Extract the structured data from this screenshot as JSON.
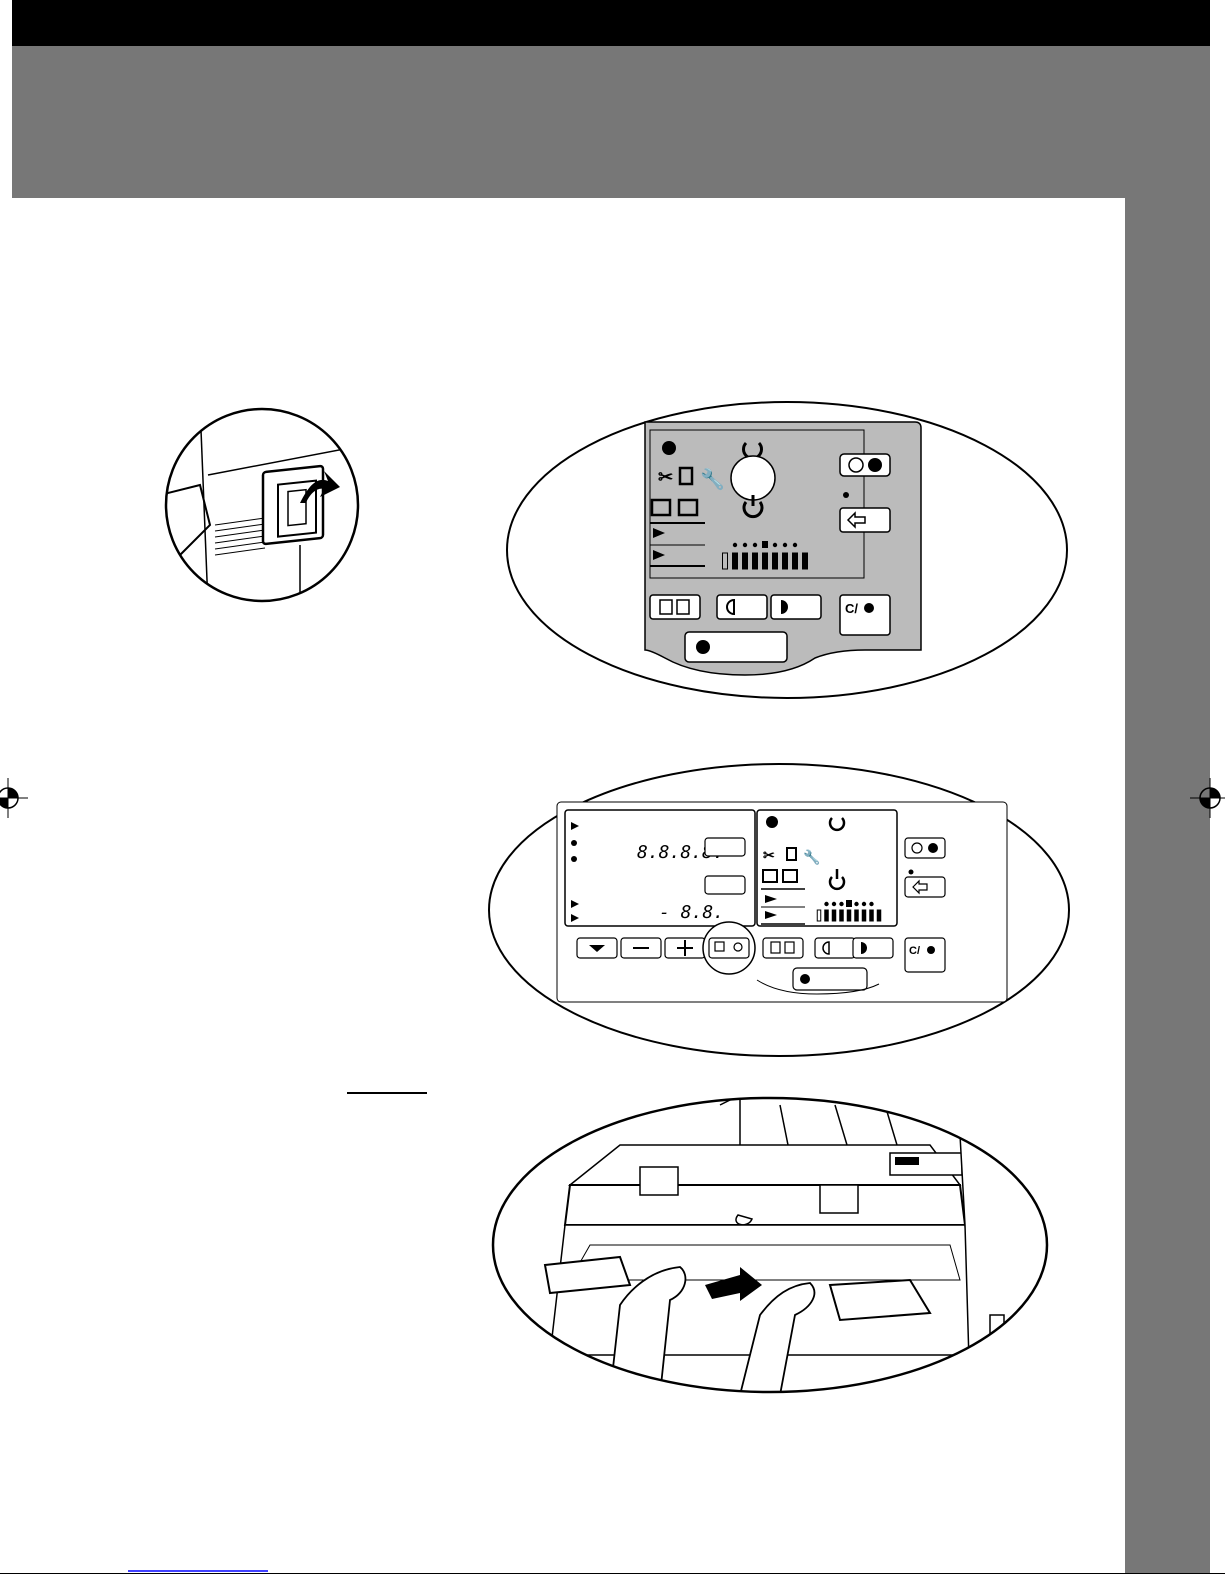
{
  "fig_panel_1": {
    "btn_clear": "C/",
    "indicator_dots": 7,
    "density_level": 4,
    "density_steps": 9
  },
  "fig_panel_2": {
    "digits_copies": "8.8.8.8.",
    "digits_zoom": "- 8.8.",
    "btn_clear": "C/",
    "density_level": 4,
    "density_steps": 9
  }
}
